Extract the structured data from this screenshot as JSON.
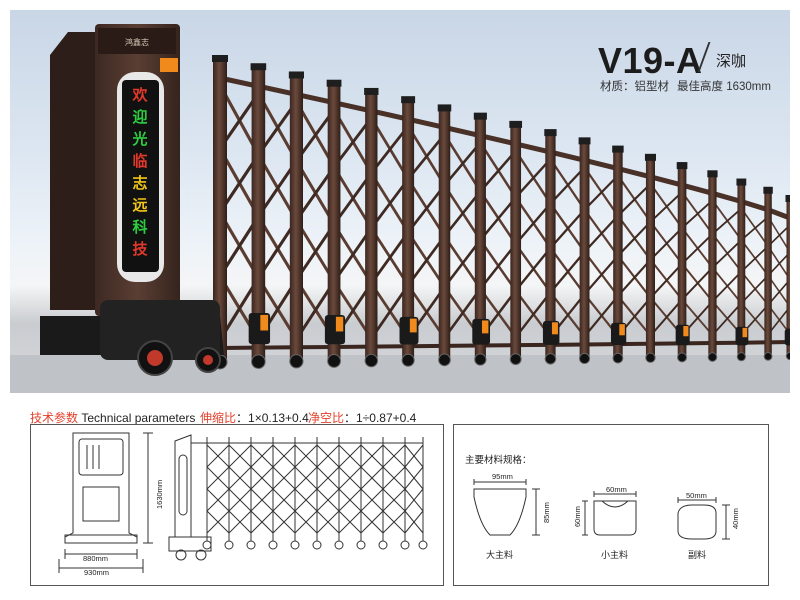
{
  "product": {
    "model": "V19-A",
    "color": "深咖",
    "spec_material": "材质：铝型材",
    "spec_height": "最佳高度 1630mm",
    "led_text": [
      "欢",
      "迎",
      "光",
      "临",
      "志",
      "远",
      "科",
      "技"
    ],
    "housing_logo": "鸿鑫志"
  },
  "tech": {
    "label_cn": "技术参数",
    "label_en": "Technical parameters",
    "stretch_label": "伸缩比",
    "stretch_value": "：1×0.13+0.4",
    "clear_label": "净空比",
    "clear_value": "：1÷0.87+0.4"
  },
  "dimensions": {
    "height": "1630mm",
    "width_inner": "880mm",
    "width_outer": "930mm"
  },
  "materials": {
    "title": "主要材料规格：",
    "items": [
      {
        "name": "大主料",
        "width": "95mm",
        "height": "85mm"
      },
      {
        "name": "小主料",
        "width": "60mm",
        "height": "60mm"
      },
      {
        "name": "副料",
        "width": "50mm",
        "height": "40mm"
      }
    ]
  },
  "colors": {
    "gate_brown": "#4a3128",
    "accent_orange": "#f08a1c",
    "red_label": "#e4402a"
  }
}
